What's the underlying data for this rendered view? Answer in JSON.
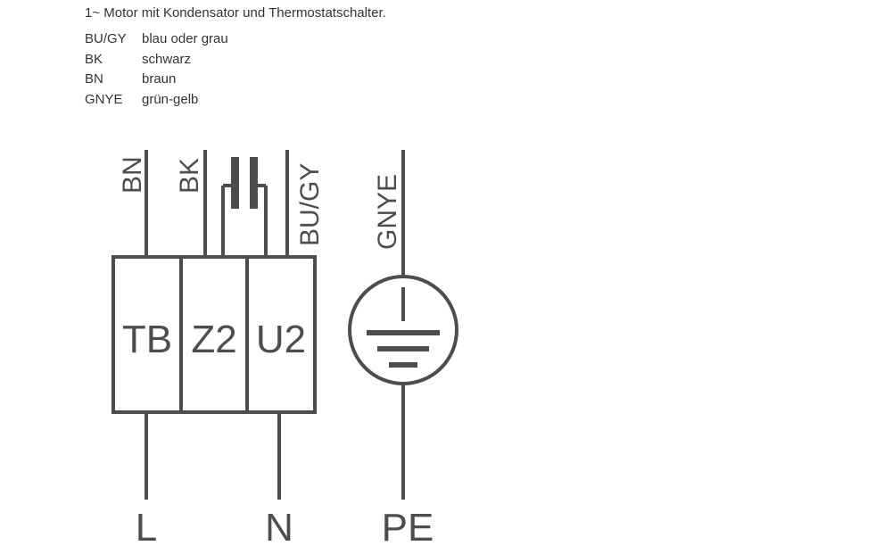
{
  "header": {
    "title": "1~ Motor mit Kondensator und Thermostatschalter."
  },
  "legend": [
    {
      "code": "BU/GY",
      "meaning": "blau oder grau"
    },
    {
      "code": "BK",
      "meaning": "schwarz"
    },
    {
      "code": "BN",
      "meaning": "braun"
    },
    {
      "code": "GNYE",
      "meaning": "grün-gelb"
    }
  ],
  "diagram": {
    "wire_labels": {
      "bn": "BN",
      "bk": "BK",
      "bugy": "BU/GY",
      "gnye": "GNYE"
    },
    "terminals": [
      "TB",
      "Z2",
      "U2"
    ],
    "outputs": {
      "l": "L",
      "n": "N",
      "pe": "PE"
    },
    "stroke_color": "#4d4d4d"
  }
}
